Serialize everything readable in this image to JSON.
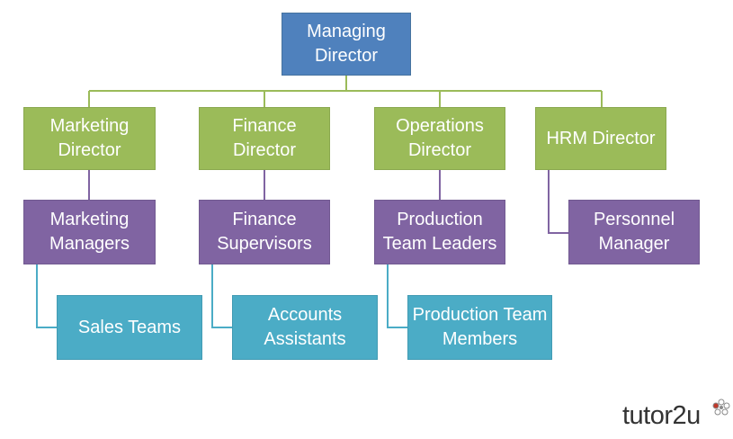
{
  "org": {
    "managing_director": "Managing Director",
    "directors": {
      "marketing": "Marketing Director",
      "finance": "Finance Director",
      "operations": "Operations Director",
      "hrm": "HRM Director"
    },
    "managers": {
      "marketing": "Marketing Managers",
      "finance": "Finance Supervisors",
      "operations": "Production Team Leaders",
      "hrm": "Personnel Manager"
    },
    "teams": {
      "marketing": "Sales Teams",
      "finance": "Accounts Assistants",
      "operations": "Production Team Members"
    }
  },
  "colors": {
    "top": "#4f81bd",
    "director": "#9bbb59",
    "manager": "#8064a2",
    "team": "#4bacc6",
    "connector_green": "#9bbb59",
    "connector_purple": "#8064a2",
    "connector_teal": "#4bacc6"
  },
  "logo": {
    "text": "tutor2u",
    "icon": "flower-logo-icon"
  }
}
